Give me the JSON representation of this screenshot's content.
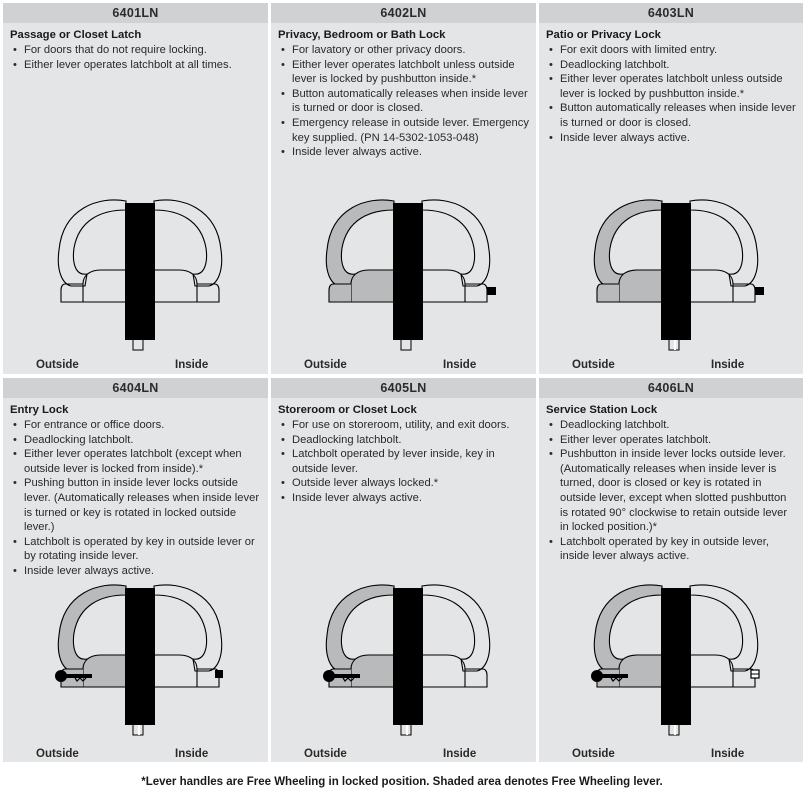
{
  "cards": [
    {
      "code": "6401LN",
      "title": "Passage or Closet Latch",
      "features": [
        "For doors that do not require locking.",
        "Either lever operates latchbolt at all times."
      ],
      "outside_label": "Outside",
      "inside_label": "Inside"
    },
    {
      "code": "6402LN",
      "title": "Privacy, Bedroom or Bath Lock",
      "features": [
        "For lavatory or other privacy doors.",
        "Either lever operates latchbolt unless outside lever is locked by pushbutton inside.*",
        "Button automatically releases when inside lever is turned or door is closed.",
        "Emergency release in outside lever. Emergency key supplied. (PN 14-5302-1053-048)",
        "Inside lever always active."
      ],
      "outside_label": "Outside",
      "inside_label": "Inside"
    },
    {
      "code": "6403LN",
      "title": "Patio or Privacy Lock",
      "features": [
        "For exit doors with limited entry.",
        "Deadlocking latchbolt.",
        "Either lever operates latchbolt unless outside lever is locked by pushbutton inside.*",
        "Button automatically releases when inside lever is turned or door is closed.",
        "Inside lever always active."
      ],
      "outside_label": "Outside",
      "inside_label": "Inside"
    },
    {
      "code": "6404LN",
      "title": "Entry Lock",
      "features": [
        "For entrance or office doors.",
        "Deadlocking latchbolt.",
        "Either lever operates latchbolt (except when outside lever is locked from inside).*",
        "Pushing button in inside lever locks outside lever. (Automatically releases when inside lever is turned or key is rotated in locked outside lever.)",
        "Latchbolt is operated by key in outside lever or by rotating inside lever.",
        "Inside lever always active."
      ],
      "outside_label": "Outside",
      "inside_label": "Inside"
    },
    {
      "code": "6405LN",
      "title": "Storeroom or Closet Lock",
      "features": [
        "For use on storeroom, utility, and exit doors.",
        "Deadlocking latchbolt.",
        "Latchbolt operated by lever inside, key in outside lever.",
        "Outside lever always locked.*",
        "Inside lever always active."
      ],
      "outside_label": "Outside",
      "inside_label": "Inside"
    },
    {
      "code": "6406LN",
      "title": "Service Station Lock",
      "features": [
        "Deadlocking latchbolt.",
        "Either lever operates latchbolt.",
        "Pushbutton in inside lever locks outside lever. (Automatically releases when inside lever is turned, door is closed or key is rotated in outside lever, except when slotted pushbutton is rotated 90° clockwise to retain outside lever in locked position.)*",
        "Latchbolt operated by key in outside lever, inside lever always active."
      ],
      "outside_label": "Outside",
      "inside_label": "Inside"
    }
  ],
  "footnote": "*Lever handles are Free Wheeling in locked position. Shaded area denotes Free Wheeling lever.",
  "colors": {
    "card_bg": "#e4e5e6",
    "header_bg": "#cfd1d3",
    "free_wheeling_shade": "#b9babb",
    "door": "#000000"
  }
}
